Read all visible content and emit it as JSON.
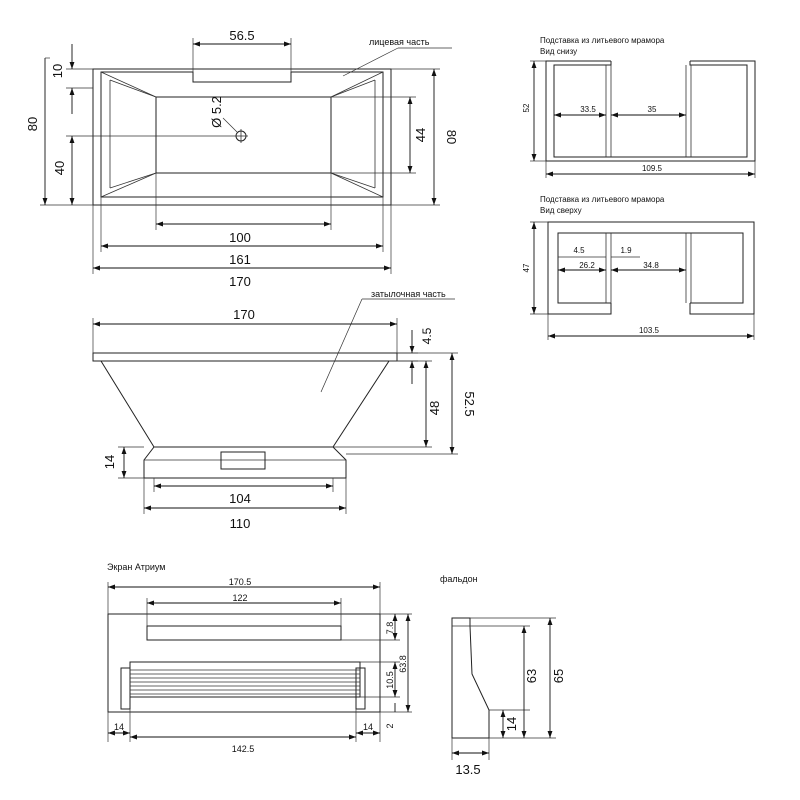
{
  "top_view": {
    "label_face": "лицевая часть",
    "dims": {
      "d56_5": "56.5",
      "d10": "10",
      "d80_left": "80",
      "d40": "40",
      "d_diam": "Ø 5.2",
      "d44": "44",
      "d80_right": "80",
      "d100": "100",
      "d161": "161",
      "d170": "170"
    }
  },
  "bottom_stand": {
    "title": "Подставка из литьевого мрамора",
    "subtitle": "Вид снизу",
    "dims": {
      "d52": "52",
      "d33_5": "33.5",
      "d35": "35",
      "d109_5": "109.5"
    }
  },
  "top_stand": {
    "title": "Подставка из литьевого мрамора",
    "subtitle": "Вид сверху",
    "dims": {
      "d47": "47",
      "d4_5": "4.5",
      "d1_9": "1.9",
      "d26_2": "26.2",
      "d34_8": "34.8",
      "d103_5": "103.5"
    }
  },
  "side_view": {
    "label_back": "затылочная часть",
    "dims": {
      "d170": "170",
      "d4_5": "4.5",
      "d48": "48",
      "d52_5": "52.5",
      "d14": "14",
      "d104": "104",
      "d110": "110"
    }
  },
  "screen": {
    "title": "Экран Атриум",
    "dims": {
      "d170_5": "170.5",
      "d122": "122",
      "d7_8": "7.8",
      "d10_5": "10.5",
      "d63_8": "63.8",
      "d2": "2",
      "d14_left": "14",
      "d14_right": "14",
      "d142_5": "142.5"
    }
  },
  "faldon": {
    "title": "фальдон",
    "dims": {
      "d63": "63",
      "d65": "65",
      "d14": "14",
      "d13_5": "13.5"
    }
  }
}
